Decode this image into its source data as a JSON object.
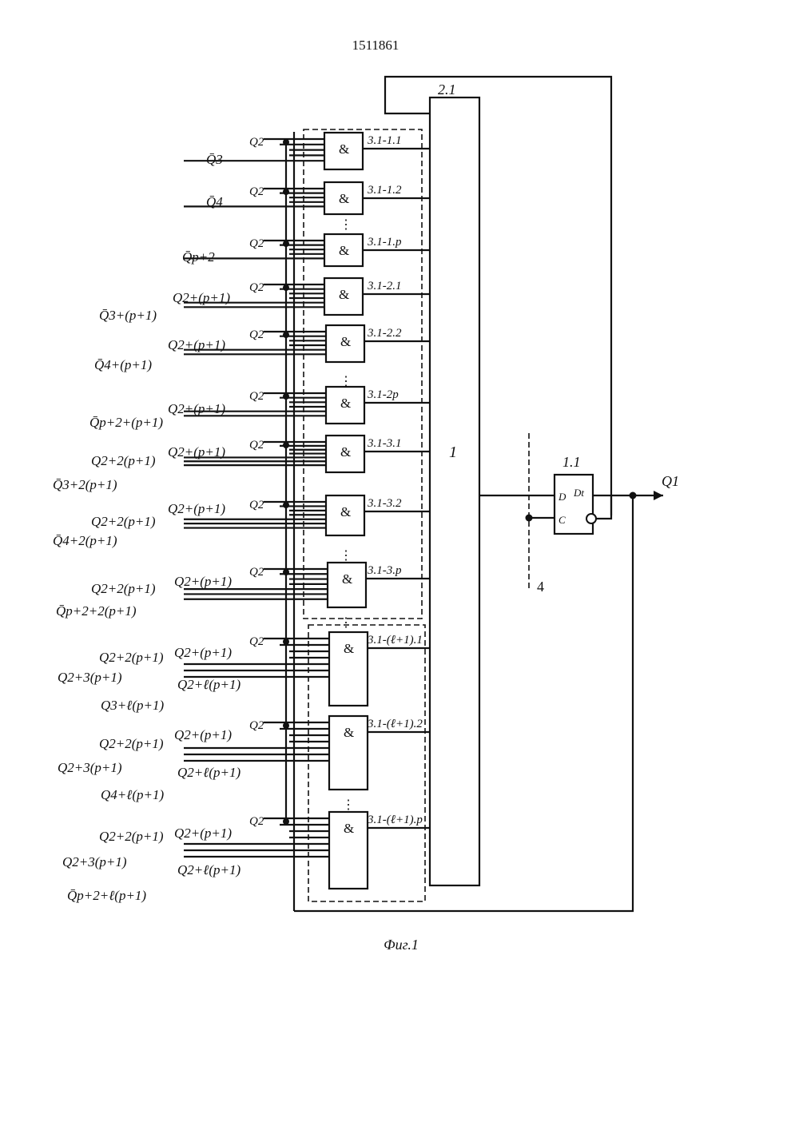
{
  "header": {
    "patent_number": "1511861"
  },
  "block_main": {
    "top_label": "2.1",
    "center_label": "1"
  },
  "trigger": {
    "label": "1.1",
    "d_label": "D",
    "c_label": "C",
    "dt_label": "Dt",
    "output_label": "Q1"
  },
  "clock_line_label": "4",
  "gate_symbol": "&",
  "gates": [
    {
      "id": "3.1-1.1",
      "q2": "Q2",
      "inputs": [
        "Q̄3"
      ]
    },
    {
      "id": "3.1-1.2",
      "q2": "Q2",
      "inputs": [
        "Q̄4"
      ]
    },
    {
      "id": "3.1-1.p",
      "q2": "Q2",
      "inputs": [
        "Q̄p+2"
      ]
    },
    {
      "id": "3.1-2.1",
      "q2": "Q2",
      "inputs": [
        "Q2+(p+1)",
        "Q̄3+(p+1)"
      ]
    },
    {
      "id": "3.1-2.2",
      "q2": "Q2",
      "inputs": [
        "Q2+(p+1)",
        "Q̄4+(p+1)"
      ]
    },
    {
      "id": "3.1-2p",
      "q2": "Q2",
      "inputs": [
        "Q2+(p+1)",
        "Q̄p+2+(p+1)"
      ]
    },
    {
      "id": "3.1-3.1",
      "q2": "Q2",
      "inputs": [
        "Q2+(p+1)",
        "Q2+2(p+1)",
        "Q̄3+2(p+1)"
      ]
    },
    {
      "id": "3.1-3.2",
      "q2": "Q2",
      "inputs": [
        "Q2+(p+1)",
        "Q2+2(p+1)",
        "Q̄4+2(p+1)"
      ]
    },
    {
      "id": "3.1-3.p",
      "q2": "Q2",
      "inputs": [
        "Q2+(p+1)",
        "Q2+2(p+1)",
        "Q̄p+2+2(p+1)"
      ]
    },
    {
      "id": "3.1-(ℓ+1).1",
      "q2": "Q2",
      "inputs": [
        "Q2+(p+1)",
        "Q2+2(p+1)",
        "Q2+ℓ(p+1)",
        "Q2+3(p+1)",
        "Q3+ℓ(p+1)"
      ]
    },
    {
      "id": "3.1-(ℓ+1).2",
      "q2": "Q2",
      "inputs": [
        "Q2+(p+1)",
        "Q2+2(p+1)",
        "Q2+ℓ(p+1)",
        "Q2+3(p+1)",
        "Q4+ℓ(p+1)"
      ]
    },
    {
      "id": "3.1-(ℓ+1).p",
      "q2": "Q2",
      "inputs": [
        "Q2+(p+1)",
        "Q2+2(p+1)",
        "Q2+ℓ(p+1)",
        "Q2+3(p+1)",
        "Q̄p+2+ℓ(p+1)"
      ]
    }
  ],
  "caption": "Фиг.1"
}
